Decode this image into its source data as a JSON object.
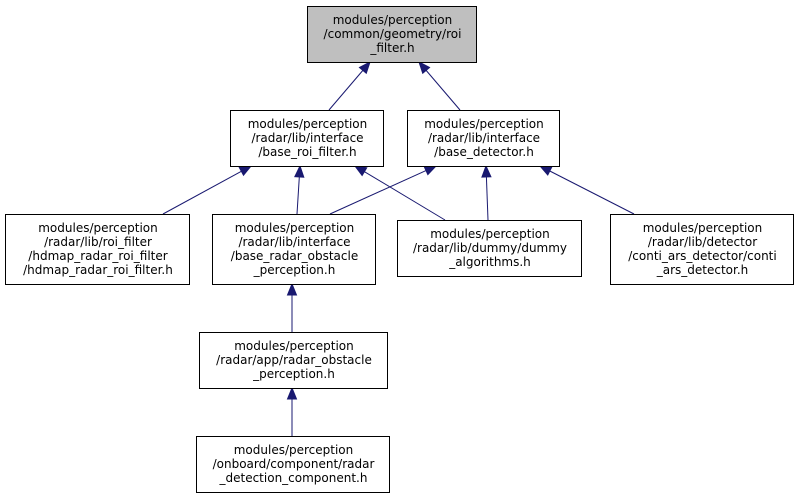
{
  "colors": {
    "root_fill": "#bfbfbf",
    "node_fill": "#ffffff",
    "node_border": "#000000",
    "edge": "#191970"
  },
  "nodes": [
    {
      "id": "roi_filter",
      "root": true,
      "lines": [
        "modules/perception",
        "/common/geometry/roi",
        "_filter.h"
      ]
    },
    {
      "id": "base_roi_filter",
      "lines": [
        "modules/perception",
        "/radar/lib/interface",
        "/base_roi_filter.h"
      ]
    },
    {
      "id": "base_detector",
      "lines": [
        "modules/perception",
        "/radar/lib/interface",
        "/base_detector.h"
      ]
    },
    {
      "id": "hdmap_radar_roi_filter",
      "lines": [
        "modules/perception",
        "/radar/lib/roi_filter",
        "/hdmap_radar_roi_filter",
        "/hdmap_radar_roi_filter.h"
      ]
    },
    {
      "id": "base_radar_obstacle_perception",
      "lines": [
        "modules/perception",
        "/radar/lib/interface",
        "/base_radar_obstacle",
        "_perception.h"
      ]
    },
    {
      "id": "dummy_algorithms",
      "lines": [
        "modules/perception",
        "/radar/lib/dummy/dummy",
        "_algorithms.h"
      ]
    },
    {
      "id": "conti_ars_detector",
      "lines": [
        "modules/perception",
        "/radar/lib/detector",
        "/conti_ars_detector/conti",
        "_ars_detector.h"
      ]
    },
    {
      "id": "radar_obstacle_perception",
      "lines": [
        "modules/perception",
        "/radar/app/radar_obstacle",
        "_perception.h"
      ]
    },
    {
      "id": "radar_detection_component",
      "lines": [
        "modules/perception",
        "/onboard/component/radar",
        "_detection_component.h"
      ]
    }
  ],
  "edges": [
    {
      "from": "base_roi_filter",
      "to": "roi_filter"
    },
    {
      "from": "base_detector",
      "to": "roi_filter"
    },
    {
      "from": "hdmap_radar_roi_filter",
      "to": "base_roi_filter"
    },
    {
      "from": "base_radar_obstacle_perception",
      "to": "base_roi_filter"
    },
    {
      "from": "dummy_algorithms",
      "to": "base_roi_filter"
    },
    {
      "from": "base_radar_obstacle_perception",
      "to": "base_detector"
    },
    {
      "from": "dummy_algorithms",
      "to": "base_detector"
    },
    {
      "from": "conti_ars_detector",
      "to": "base_detector"
    },
    {
      "from": "radar_obstacle_perception",
      "to": "base_radar_obstacle_perception"
    },
    {
      "from": "radar_detection_component",
      "to": "radar_obstacle_perception"
    }
  ]
}
